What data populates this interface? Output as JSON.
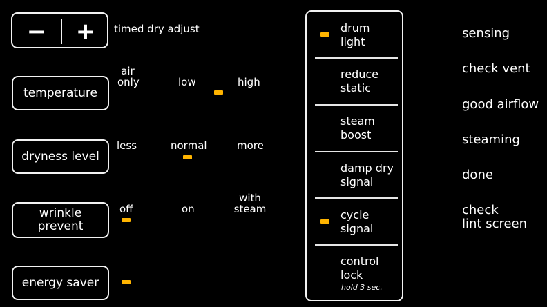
{
  "timed_dry": {
    "minus": "−",
    "plus": "+",
    "label": "timed dry adjust"
  },
  "temperature": {
    "button": "temperature",
    "opt1_a": "air",
    "opt1_b": "only",
    "opt2": "low",
    "opt3": "high",
    "led_on": "low-high"
  },
  "dryness": {
    "button": "dryness level",
    "opt1": "less",
    "opt2": "normal",
    "opt3": "more",
    "led_on": "normal"
  },
  "wrinkle": {
    "button_a": "wrinkle",
    "button_b": "prevent",
    "opt1": "off",
    "opt2": "on",
    "opt3_a": "with",
    "opt3_b": "steam",
    "led_on": "off"
  },
  "energy": {
    "button": "energy saver",
    "led_on": true
  },
  "options_panel": {
    "drum_light_a": "drum",
    "drum_light_b": "light",
    "reduce_static_a": "reduce",
    "reduce_static_b": "static",
    "steam_boost_a": "steam",
    "steam_boost_b": "boost",
    "damp_dry_a": "damp dry",
    "damp_dry_b": "signal",
    "cycle_signal_a": "cycle",
    "cycle_signal_b": "signal",
    "control_lock_a": "control",
    "control_lock_b": "lock",
    "hold_hint": "hold 3 sec."
  },
  "status": {
    "sensing": "sensing",
    "check_vent": "check vent",
    "good_airflow": "good airflow",
    "steaming": "steaming",
    "done": "done",
    "check_lint_a": "check",
    "check_lint_b": "lint screen"
  },
  "colors": {
    "background": "#000000",
    "led": "#ffb400",
    "outline": "#f2f2f2"
  }
}
